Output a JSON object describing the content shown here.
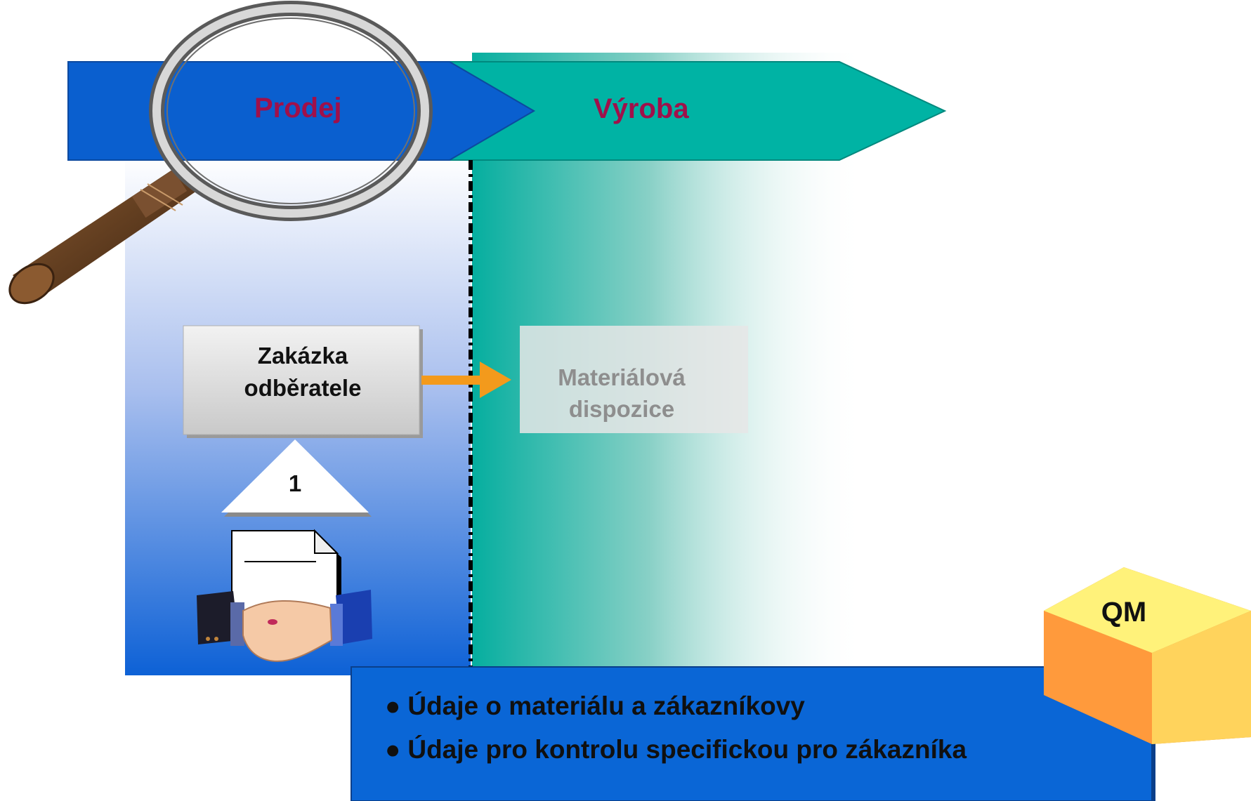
{
  "phases": [
    {
      "label": "Prodej",
      "color": "#0a5fcf"
    },
    {
      "label": "Výroba",
      "color": "#00b3a4"
    }
  ],
  "customer_order": {
    "label_line1": "Zakázka",
    "label_line2": "odběratele"
  },
  "material_planning": {
    "label_line1": "Materiálová",
    "label_line2": "dispozice"
  },
  "step_marker": {
    "label": "1"
  },
  "qm_cube": {
    "label": "QM",
    "top_color": "#fff27a",
    "front_color": "#ff9a3c"
  },
  "info_panel": {
    "color": "#0a66d6",
    "bullet": "●",
    "items": [
      "Údaje o materiálu a zákazníkovy",
      "Údaje pro kontrolu specifickou pro zákazníka"
    ]
  },
  "icons": [
    "magnifying-glass-icon",
    "handshake-document-icon",
    "arrow-right-icon"
  ],
  "colors": {
    "arrow": "#f39a1c",
    "divider": "#000000"
  }
}
